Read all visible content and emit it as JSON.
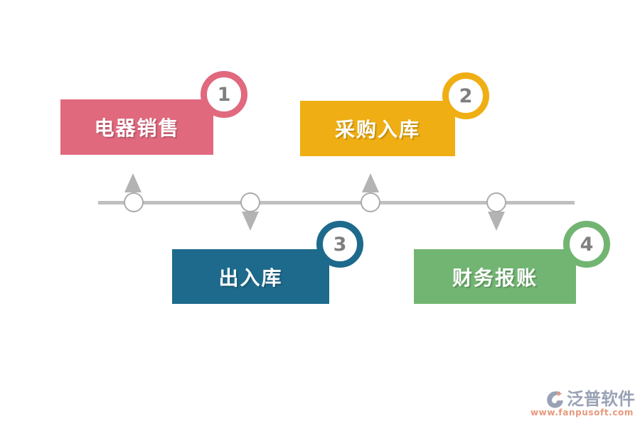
{
  "diagram": {
    "steps": [
      {
        "number": "1",
        "label": "电器销售",
        "color": "#e0697e",
        "row": "top"
      },
      {
        "number": "2",
        "label": "采购入库",
        "color": "#efae13",
        "row": "top"
      },
      {
        "number": "3",
        "label": "出入库",
        "color": "#1d6a8c",
        "row": "bottom"
      },
      {
        "number": "4",
        "label": "财务报账",
        "color": "#72b572",
        "row": "bottom"
      }
    ],
    "timeline": {
      "line_color": "#bfbfbf",
      "node_fill": "#ffffff",
      "node_border_color": "#ababab",
      "arrow_color": "#b3b3b3"
    },
    "badge": {
      "fill": "#ffffff",
      "number_color": "#7f7f7f"
    }
  },
  "watermark": {
    "brand": "泛普软件",
    "url": "www.fanpusoft.com",
    "brand_color": "#99a2b5",
    "url_color": "#e8997b",
    "icon": "fanpu-logo-icon"
  }
}
